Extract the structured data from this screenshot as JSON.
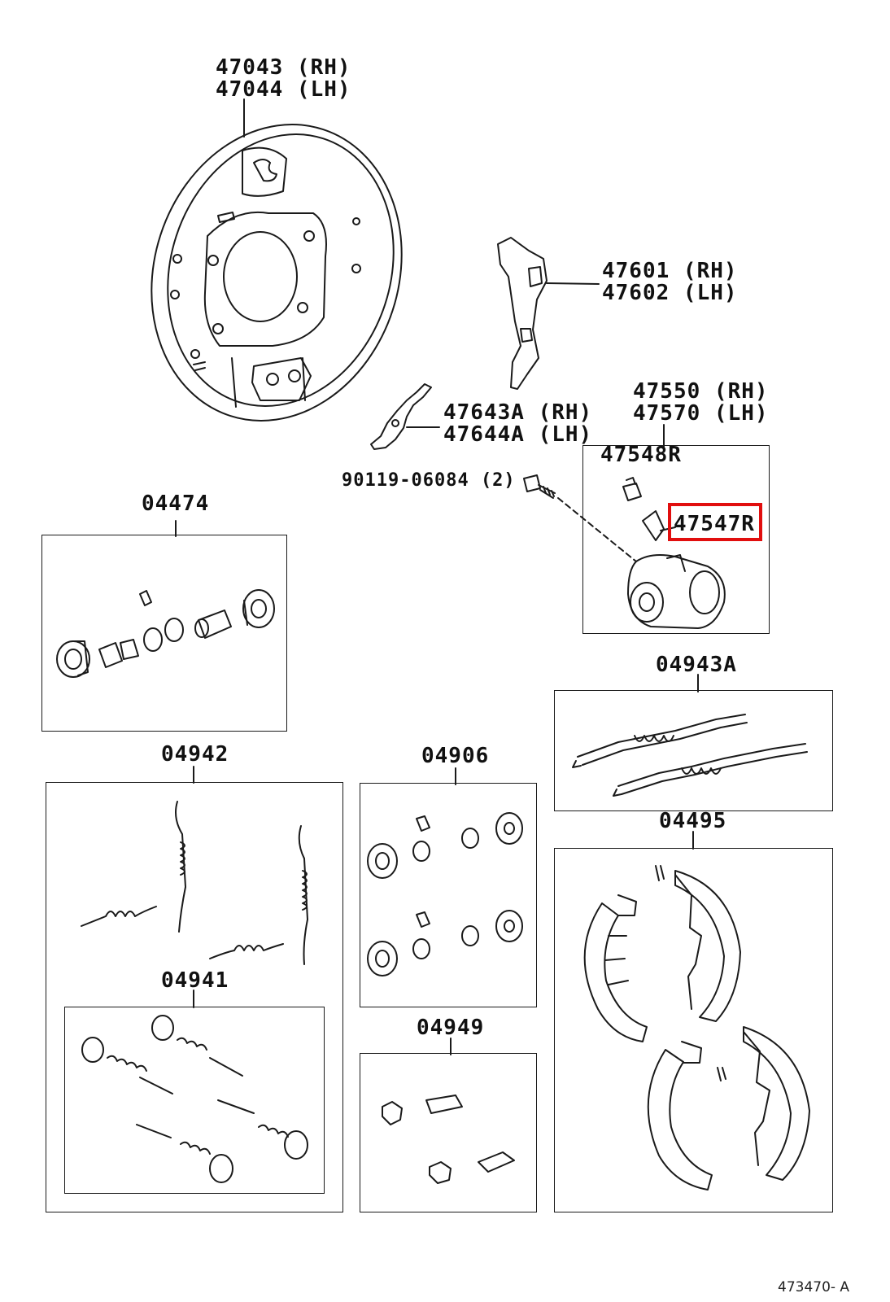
{
  "labels": {
    "backing_plate": [
      "47043 (RH)",
      "47044 (LH)"
    ],
    "lever": [
      "47601 (RH)",
      "47602 (LH)"
    ],
    "strut": [
      "47643A (RH)",
      "47644A (LH)"
    ],
    "wheel_cylinder": [
      "47550 (RH)",
      "47570 (LH)"
    ],
    "bolt": "90119-06084 (2)",
    "bleeder_cap": "47548R",
    "bleeder_plug": "47547R",
    "kit_04474": "04474",
    "kit_04943a": "04943A",
    "kit_04942": "04942",
    "kit_04906": "04906",
    "kit_04495": "04495",
    "kit_04941": "04941",
    "kit_04949": "04949"
  },
  "catalog_code": "473470- A",
  "highlight": {
    "part": "47547R",
    "color": "#e10e0e"
  },
  "colors": {
    "line": "#1a1a1a",
    "background": "#ffffff"
  }
}
